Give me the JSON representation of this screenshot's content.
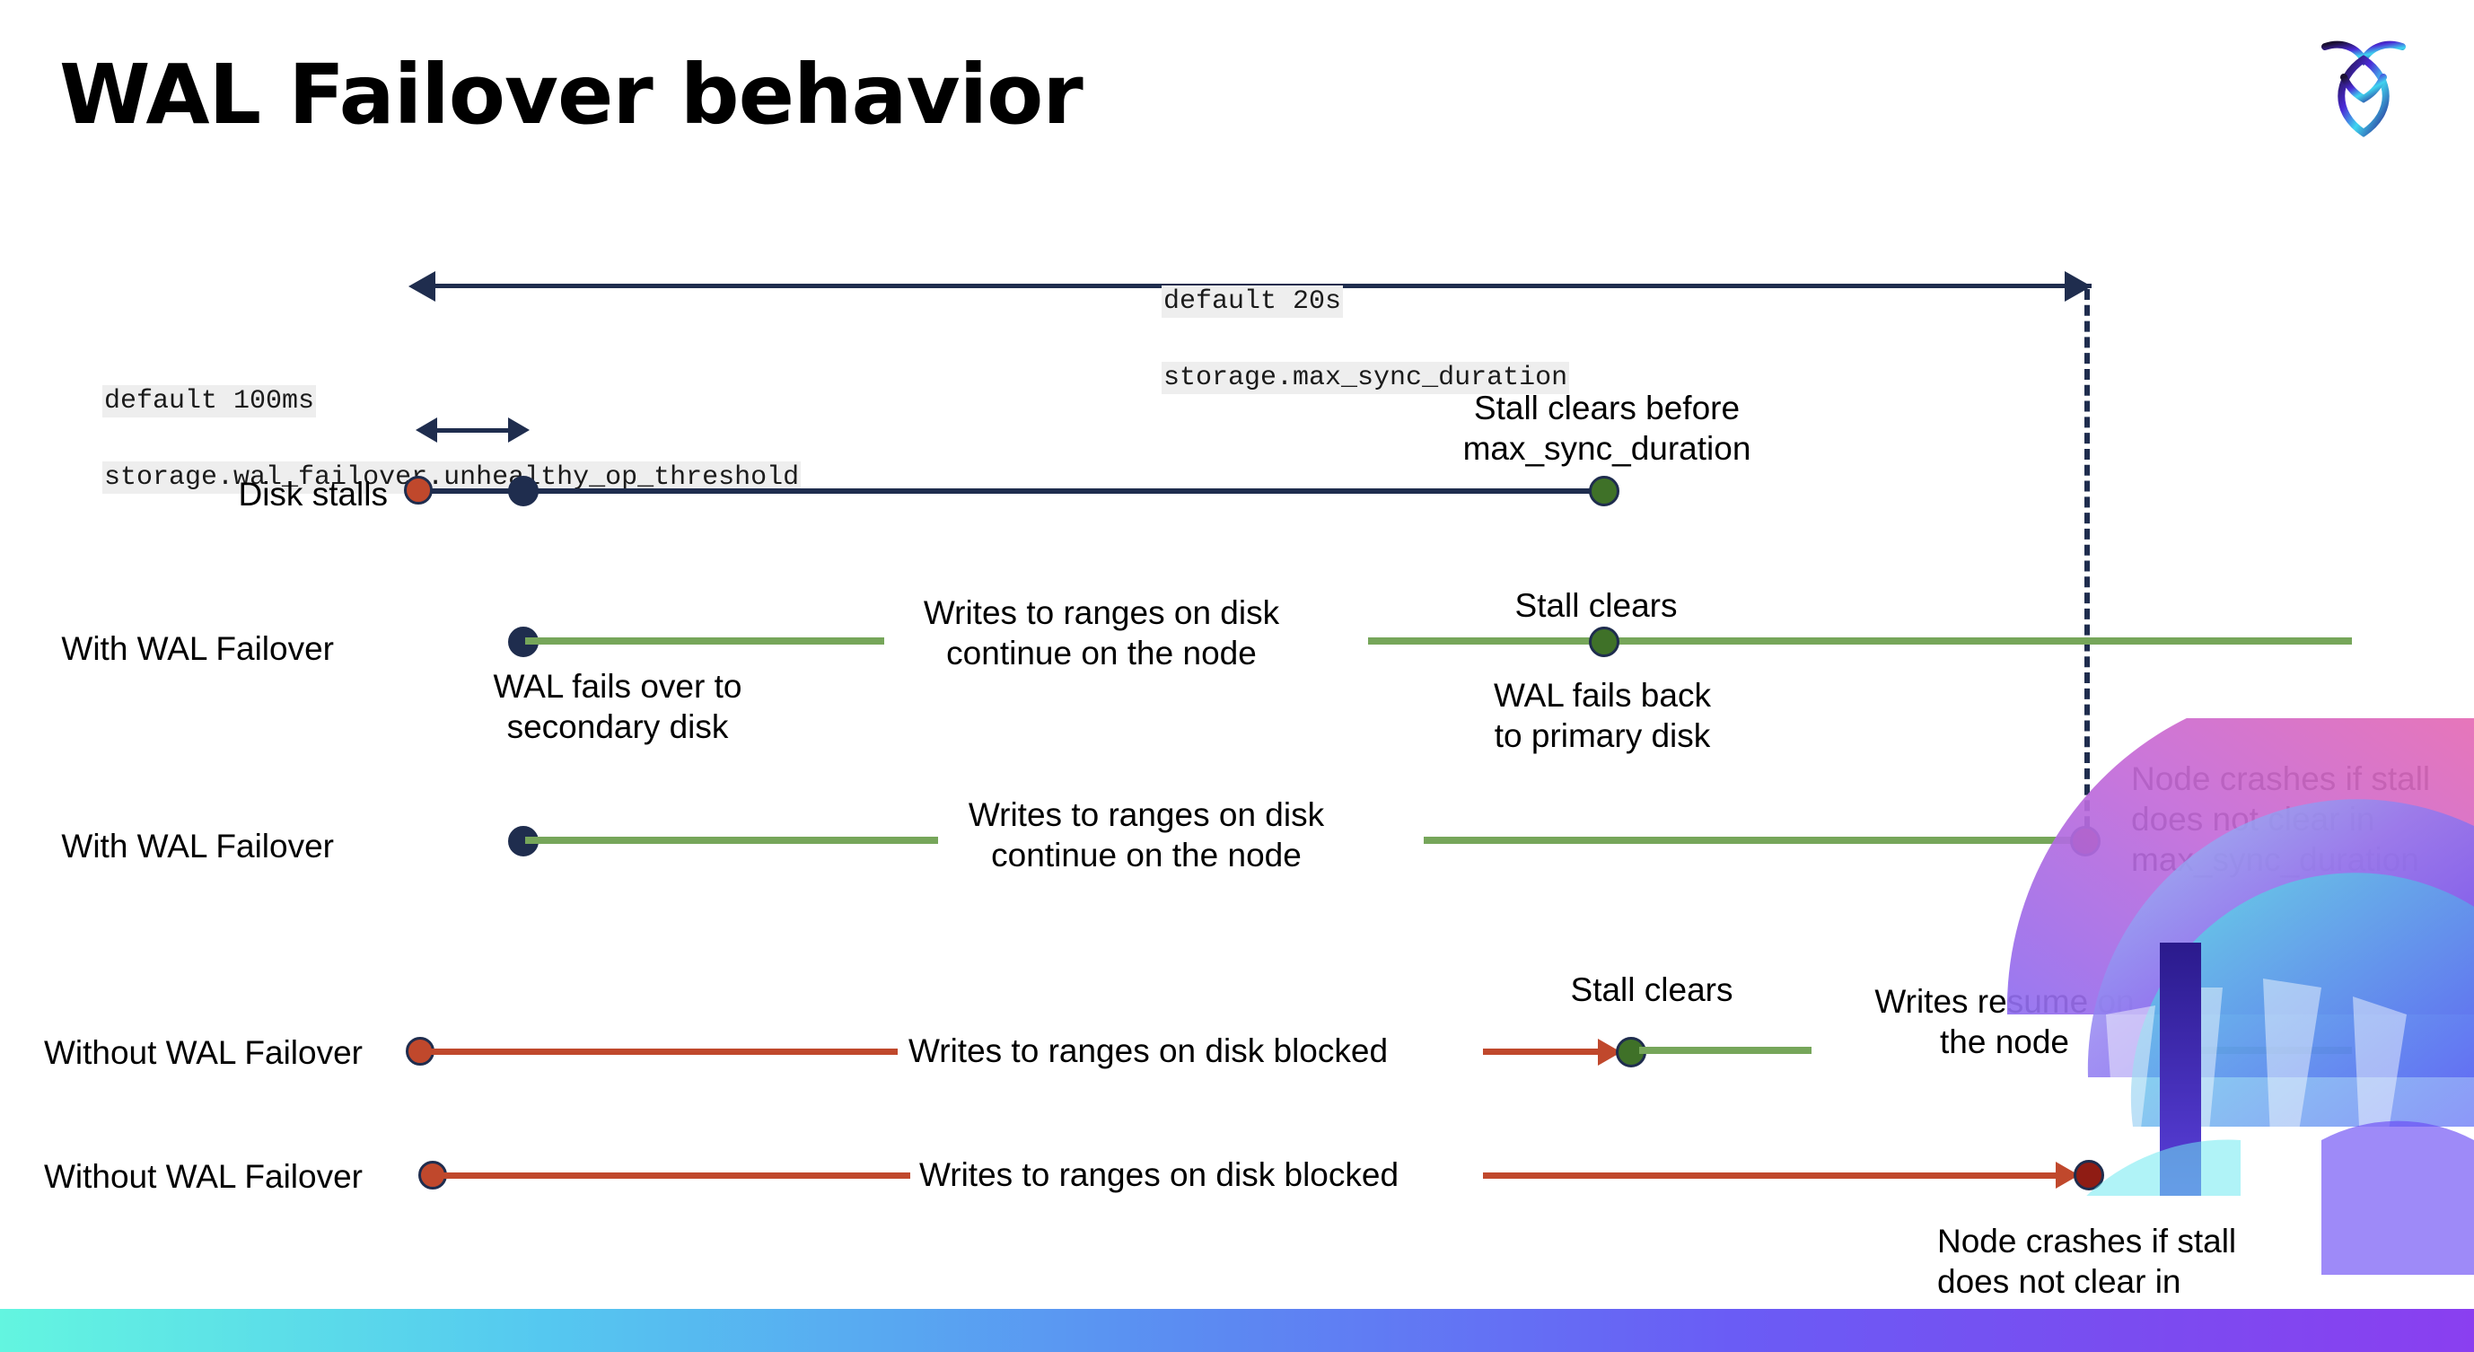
{
  "slide": {
    "title": "WAL Failover behavior",
    "logo_name": "cockroachdb-logo"
  },
  "annotations": {
    "max_sync": {
      "line1": "default 20s",
      "line2": "storage.max_sync_duration"
    },
    "unhealthy_op": {
      "line1": "default 100ms",
      "line2": "storage.wal_failover.unhealthy_op_threshold"
    }
  },
  "rows": [
    {
      "id": "disk-stalls",
      "label": "Disk stalls",
      "note_stall_clears": "Stall clears before\nmax_sync_duration"
    },
    {
      "id": "with-wal-failover-1",
      "label": "With WAL Failover",
      "note_failover": "WAL fails over to\nsecondary disk",
      "note_writes": "Writes to ranges on disk\ncontinue on the node",
      "note_stall_clears": "Stall clears",
      "note_failback": "WAL fails  back\nto primary disk"
    },
    {
      "id": "with-wal-failover-2",
      "label": "With WAL Failover",
      "note_writes": "Writes to ranges on disk\ncontinue on the node",
      "note_crash": "Node crashes if stall\ndoes not clear in\nmax_sync_duration"
    },
    {
      "id": "without-wal-failover-1",
      "label": "Without WAL Failover",
      "note_blocked": "Writes to ranges on disk  blocked",
      "note_stall_clears": "Stall clears",
      "note_resume": "Writes resume on\nthe node"
    },
    {
      "id": "without-wal-failover-2",
      "label": "Without WAL Failover",
      "note_blocked": "Writes to ranges on disk  blocked",
      "note_crash": "Node crashes if stall\ndoes not clear in\nmax_sync_duration"
    }
  ],
  "colors": {
    "navy": "#1f2d4e",
    "green_line": "#76a65a",
    "green_dot": "#3f7128",
    "red_line": "#c0482c",
    "red_dot": "#c0482c",
    "dark_red_dot": "#8f1c14",
    "code_bg": "#eeeeee"
  },
  "legend": {
    "navy_dot_meaning": "failover-marker",
    "red_dot_meaning": "stall-start-marker",
    "green_dot_meaning": "stall-clear-marker",
    "dark_red_dot_meaning": "node-crash-marker"
  }
}
